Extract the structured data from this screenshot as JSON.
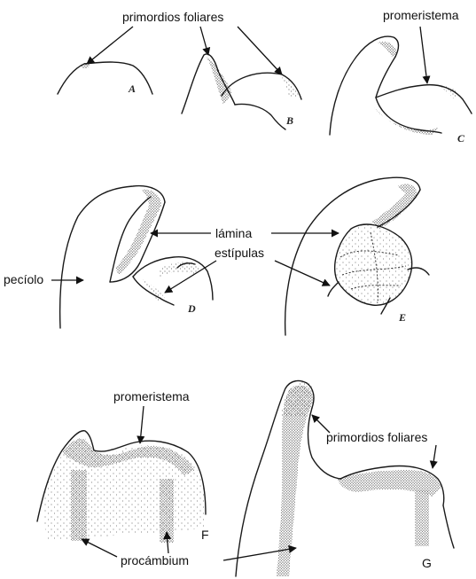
{
  "labels": {
    "primordios_top": "primordios foliares",
    "promeristema_top": "promeristema",
    "lamina": "lámina",
    "estipulas": "estípulas",
    "peciolo": "pecíolo",
    "promeristema_bottom": "promeristema",
    "primordios_bottom": "primordios foliares",
    "procambium": "procámbium"
  },
  "panels": {
    "a": "A",
    "b": "B",
    "c": "C",
    "d": "D",
    "e": "E",
    "f": "F",
    "g": "G"
  },
  "colors": {
    "ink": "#111111",
    "stipple": "#3a3a3a"
  }
}
